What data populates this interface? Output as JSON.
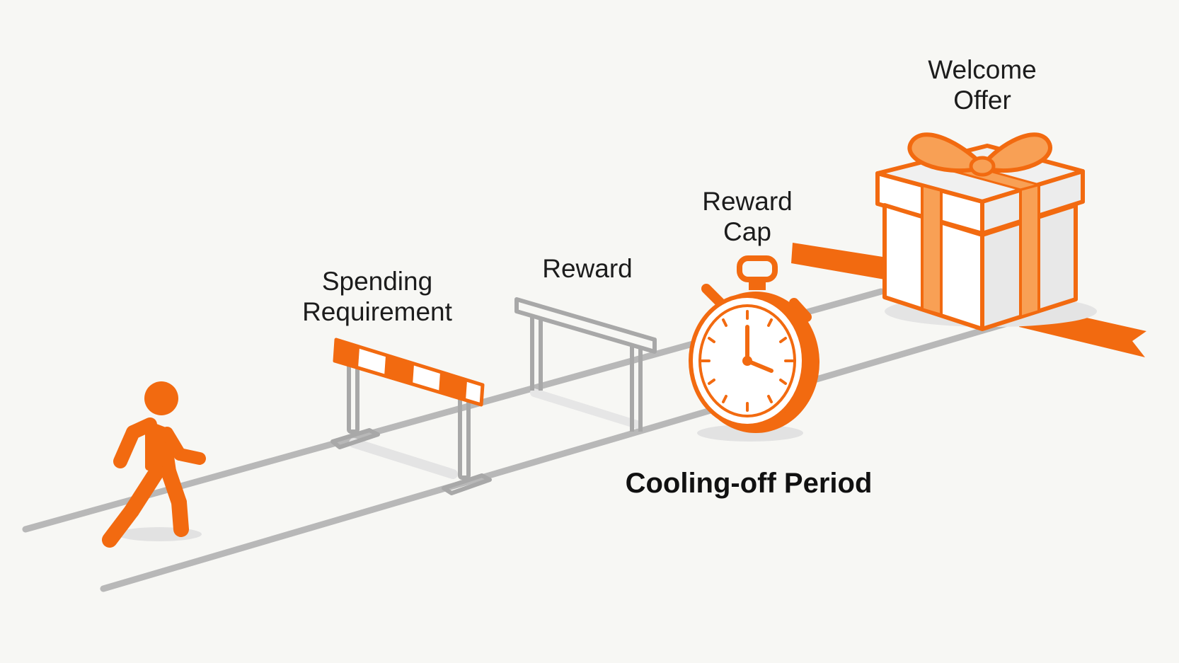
{
  "labels": {
    "spending_line1": "Spending",
    "spending_line2": "Requirement",
    "reward": "Reward",
    "reward_cap_line1": "Reward",
    "reward_cap_line2": "Cap",
    "welcome_line1": "Welcome",
    "welcome_line2": "Offer",
    "cooling_off": "Cooling-off Period"
  },
  "colors": {
    "accent": "#f26a10",
    "accent_light": "#f8a055",
    "track": "#b8b8b8",
    "hurdle_gray": "#a8a8a8",
    "text": "#1c1c1c"
  },
  "icons": [
    "runner-icon",
    "striped-hurdle-icon",
    "gray-hurdle-icon",
    "stopwatch-icon",
    "gift-box-icon",
    "ribbon-icon"
  ]
}
